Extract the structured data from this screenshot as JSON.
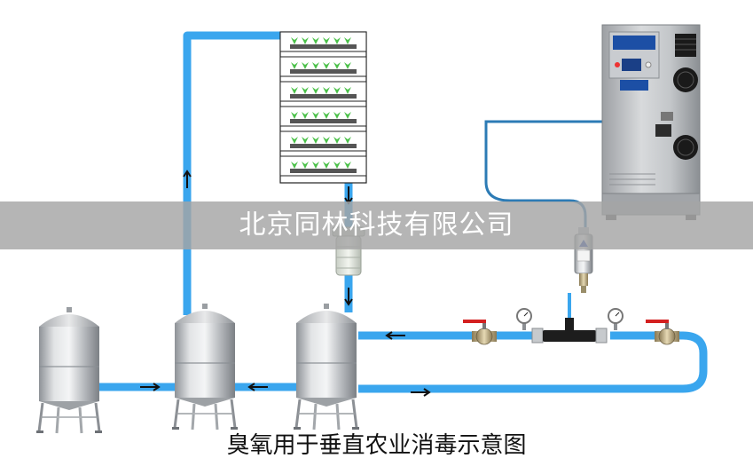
{
  "watermark": {
    "text": "北京同林科技有限公司"
  },
  "caption": {
    "text": "臭氧用于垂直农业消毒示意图"
  },
  "colors": {
    "pipe": "#3aa6ee",
    "arrow": "#111111",
    "valve_red": "#d42020",
    "steel": "#b9bcc0"
  },
  "icons": {
    "rack": "vertical-farm-rack",
    "tank": "stainless-steel-tank",
    "ozone": "ozone-generator-machine",
    "filter": "cartridge-filter",
    "mixer": "venturi-injector",
    "valve": "ball-valve",
    "gauge": "pressure-gauge",
    "check_valve": "gas-check-valve"
  }
}
